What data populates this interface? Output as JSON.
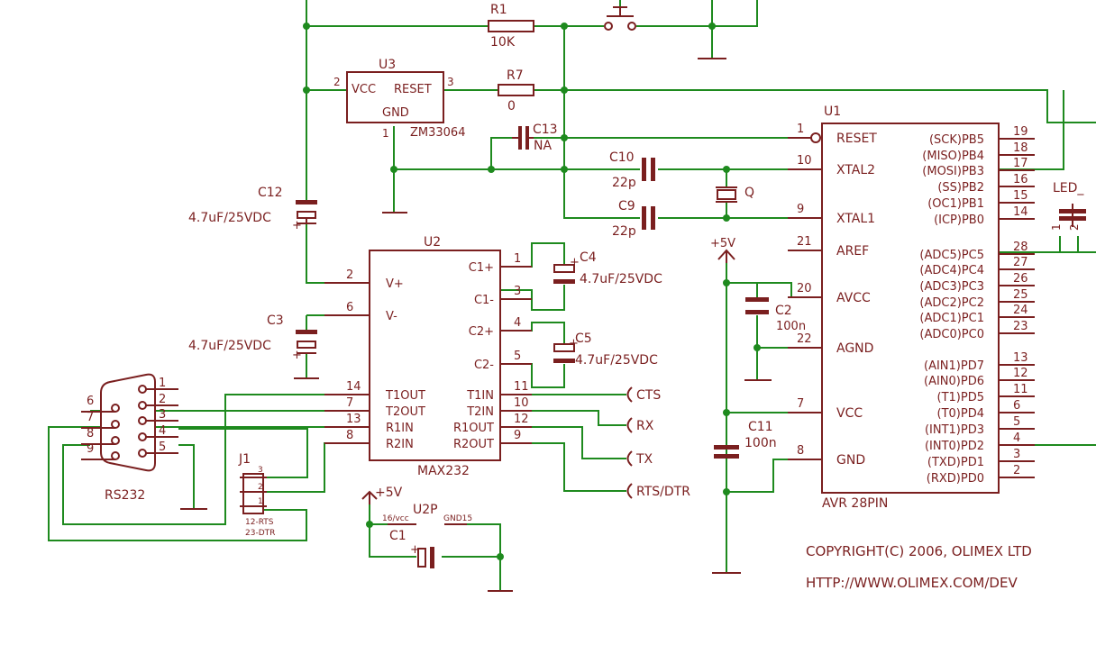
{
  "u3": {
    "ref": "U3",
    "vcc": "VCC",
    "reset": "RESET",
    "gnd": "GND",
    "part": "ZM33064",
    "pin_vcc": "2",
    "pin_reset": "3",
    "pin_gnd": "1"
  },
  "r1": {
    "ref": "R1",
    "value": "10K"
  },
  "r7": {
    "ref": "R7",
    "value": "0"
  },
  "c13": {
    "ref": "C13",
    "value": "NA"
  },
  "c10": {
    "ref": "C10",
    "value": "22p"
  },
  "c9": {
    "ref": "C9",
    "value": "22p"
  },
  "q": {
    "ref": "Q"
  },
  "c12": {
    "ref": "C12",
    "value": "4.7uF/25VDC"
  },
  "c3": {
    "ref": "C3",
    "value": "4.7uF/25VDC"
  },
  "c4": {
    "ref": "C4",
    "value": "4.7uF/25VDC"
  },
  "c5": {
    "ref": "C5",
    "value": "4.7uF/25VDC"
  },
  "c2": {
    "ref": "C2",
    "value": "100n"
  },
  "c11": {
    "ref": "C11",
    "value": "100n"
  },
  "c1": {
    "ref": "C1"
  },
  "supply": {
    "plus5v_a": "+5V",
    "plus5v_b": "+5V"
  },
  "u2": {
    "ref": "U2",
    "part": "MAX232",
    "left_pins": [
      {
        "num": "2",
        "name": "V+"
      },
      {
        "num": "6",
        "name": "V-"
      },
      {
        "num": "14",
        "name": "T1OUT"
      },
      {
        "num": "7",
        "name": "T2OUT"
      },
      {
        "num": "13",
        "name": "R1IN"
      },
      {
        "num": "8",
        "name": "R2IN"
      }
    ],
    "right_pins": [
      {
        "num": "1",
        "name": "C1+"
      },
      {
        "num": "3",
        "name": "C1-"
      },
      {
        "num": "4",
        "name": "C2+"
      },
      {
        "num": "5",
        "name": "C2-"
      },
      {
        "num": "11",
        "name": "T1IN"
      },
      {
        "num": "10",
        "name": "T2IN"
      },
      {
        "num": "12",
        "name": "R1OUT"
      },
      {
        "num": "9",
        "name": "R2OUT"
      }
    ]
  },
  "u2p": {
    "ref": "U2P",
    "vcc": "16/vcc",
    "gnd": "GND15"
  },
  "signals": [
    "CTS",
    "RX",
    "TX",
    "RTS/DTR"
  ],
  "rs232": {
    "label": "RS232",
    "left_pins": [
      "6",
      "7",
      "8",
      "9"
    ],
    "right_pins": [
      "1",
      "2",
      "3",
      "4",
      "5"
    ]
  },
  "j1": {
    "ref": "J1",
    "pins": [
      "3",
      "2",
      "1"
    ],
    "note1": "12-RTS",
    "note2": "23-DTR"
  },
  "u1": {
    "ref": "U1",
    "part": "AVR 28PIN",
    "left_pins": [
      {
        "num": "1",
        "name": "RESET"
      },
      {
        "num": "10",
        "name": "XTAL2"
      },
      {
        "num": "9",
        "name": "XTAL1"
      },
      {
        "num": "21",
        "name": "AREF"
      },
      {
        "num": "20",
        "name": "AVCC"
      },
      {
        "num": "22",
        "name": "AGND"
      },
      {
        "num": "7",
        "name": "VCC"
      },
      {
        "num": "8",
        "name": "GND"
      }
    ],
    "right_pins": [
      {
        "num": "19",
        "name": "(SCK)PB5"
      },
      {
        "num": "18",
        "name": "(MISO)PB4"
      },
      {
        "num": "17",
        "name": "(MOSI)PB3"
      },
      {
        "num": "16",
        "name": "(SS)PB2"
      },
      {
        "num": "15",
        "name": "(OC1)PB1"
      },
      {
        "num": "14",
        "name": "(ICP)PB0"
      },
      {
        "num": "28",
        "name": "(ADC5)PC5"
      },
      {
        "num": "27",
        "name": "(ADC4)PC4"
      },
      {
        "num": "26",
        "name": "(ADC3)PC3"
      },
      {
        "num": "25",
        "name": "(ADC2)PC2"
      },
      {
        "num": "24",
        "name": "(ADC1)PC1"
      },
      {
        "num": "23",
        "name": "(ADC0)PC0"
      },
      {
        "num": "13",
        "name": "(AIN1)PD7"
      },
      {
        "num": "12",
        "name": "(AIN0)PD6"
      },
      {
        "num": "11",
        "name": "(T1)PD5"
      },
      {
        "num": "6",
        "name": "(T0)PD4"
      },
      {
        "num": "5",
        "name": "(INT1)PD3"
      },
      {
        "num": "4",
        "name": "(INT0)PD2"
      },
      {
        "num": "3",
        "name": "(TXD)PD1"
      },
      {
        "num": "2",
        "name": "(RXD)PD0"
      }
    ]
  },
  "led": {
    "label": "LED_"
  },
  "led_pins": [
    "1",
    "2"
  ],
  "copyright": "COPYRIGHT(C) 2006, OLIMEX LTD",
  "url": "HTTP://WWW.OLIMEX.COM/DEV"
}
